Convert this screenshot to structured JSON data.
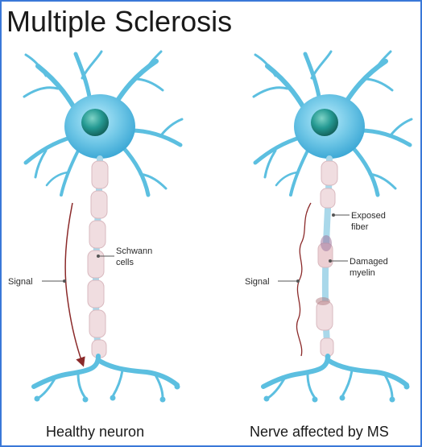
{
  "title": "Multiple Sclerosis",
  "left_panel": {
    "caption": "Healthy neuron",
    "labels": {
      "signal": "Signal",
      "schwann_line1": "Schwann",
      "schwann_line2": "cells"
    }
  },
  "right_panel": {
    "caption": "Nerve affected by MS",
    "labels": {
      "signal": "Signal",
      "exposed_line1": "Exposed",
      "exposed_line2": "fiber",
      "damaged_line1": "Damaged",
      "damaged_line2": "myelin"
    }
  },
  "colors": {
    "neuron_body": "#6ec6e6",
    "nucleus": "#1f8c8a",
    "dendrite": "#5cbfe0",
    "axon": "#a9d8ea",
    "myelin": "#f0dde0",
    "myelin_edge": "#d9b9bf",
    "signal": "#8b2a2a",
    "border": "#3a78d8"
  }
}
